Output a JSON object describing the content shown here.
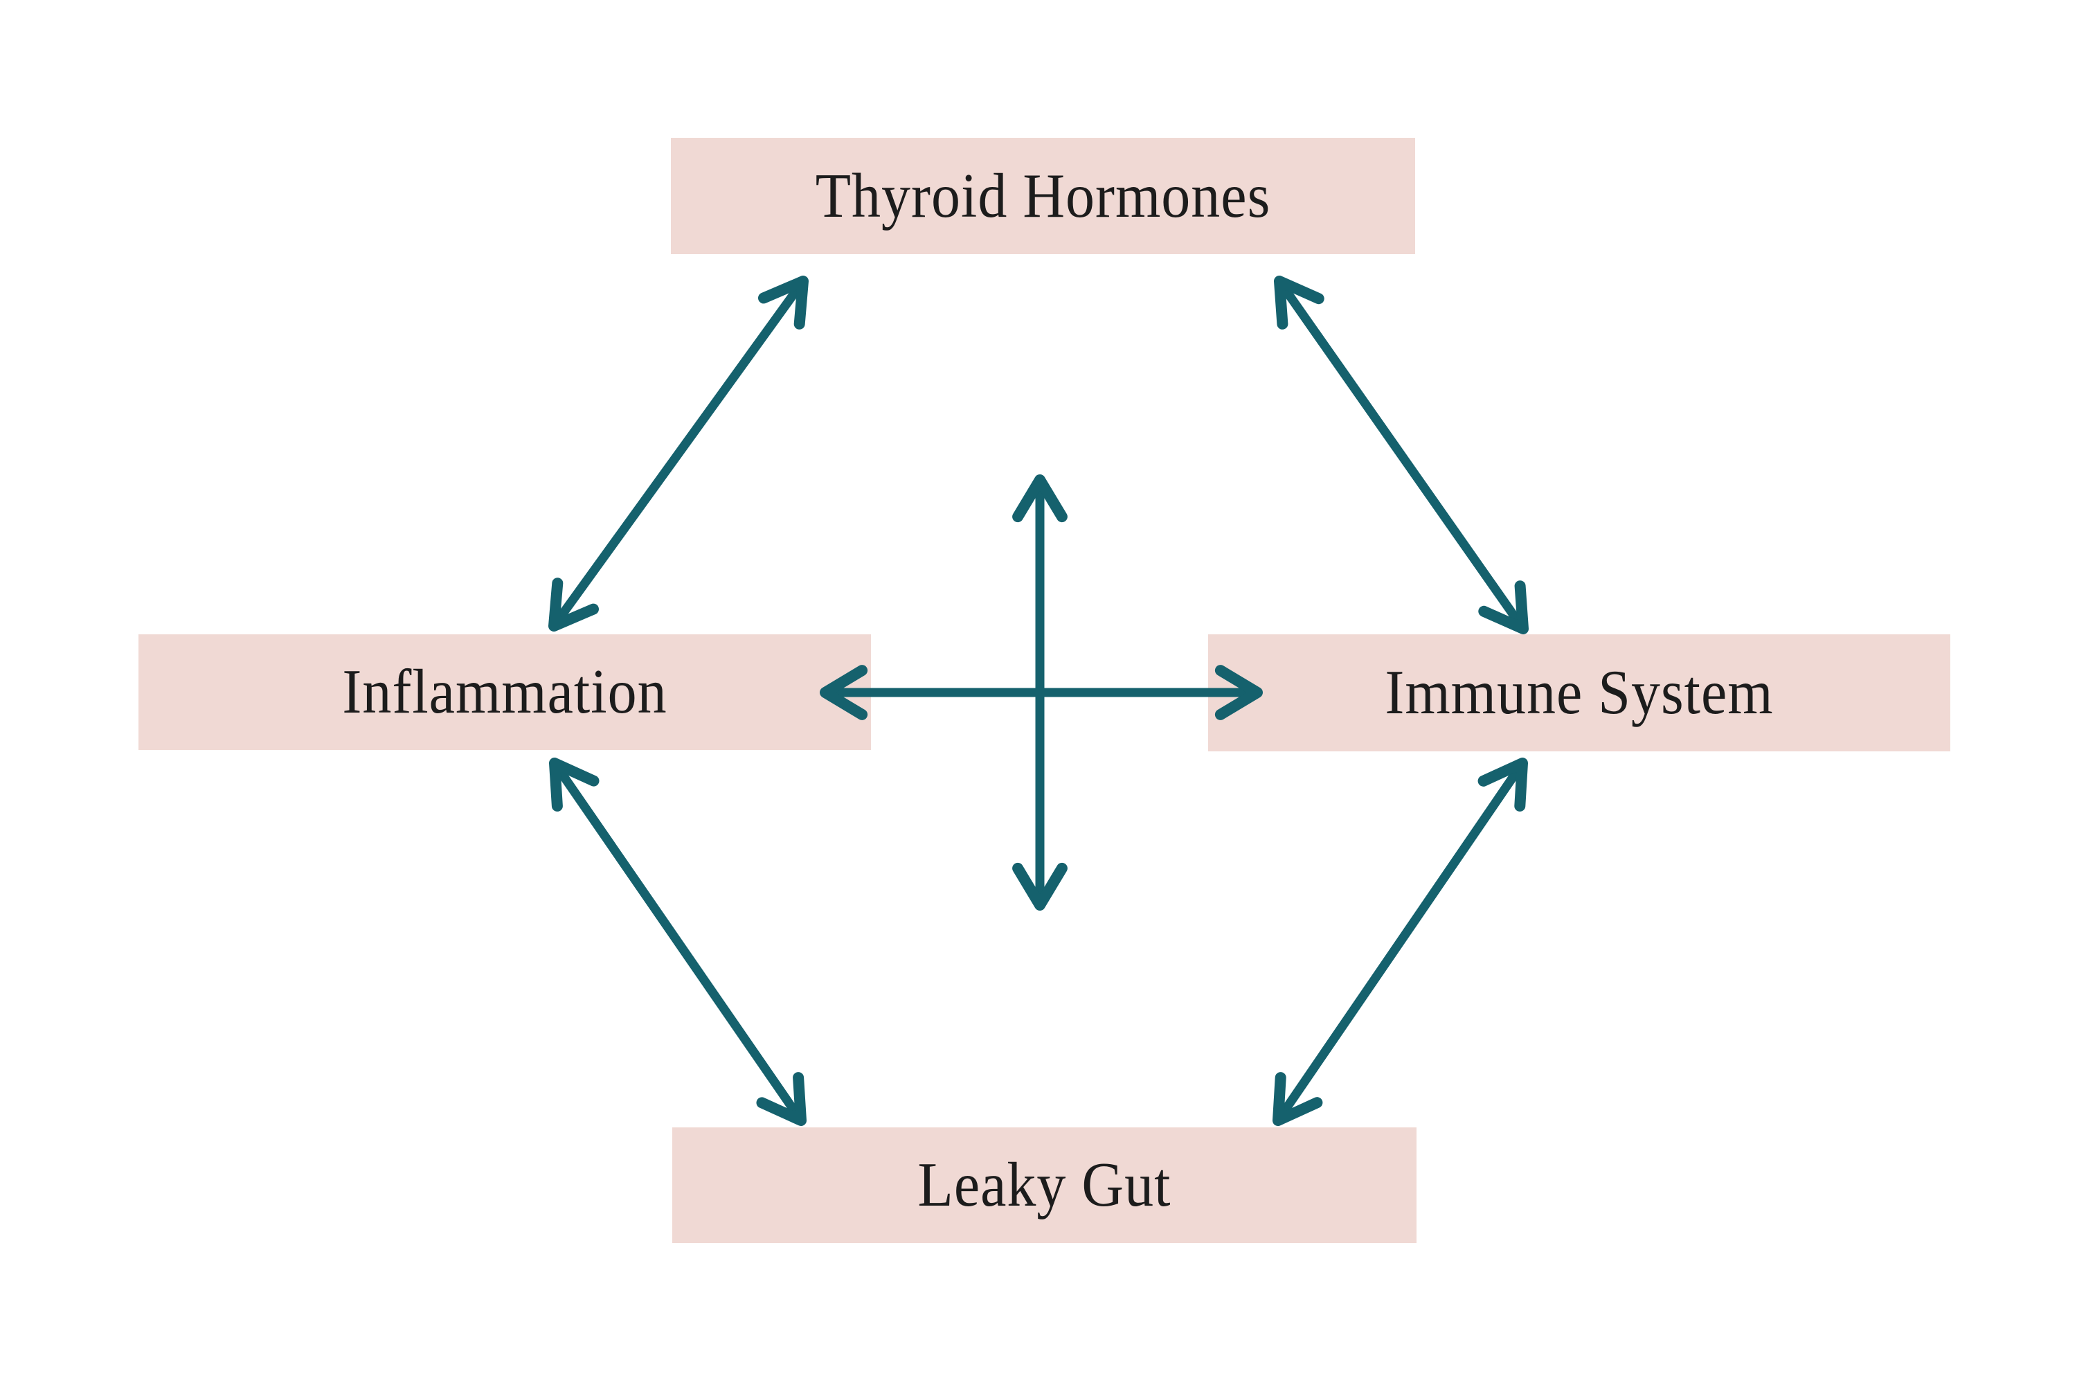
{
  "nodes": {
    "thyroid_hormones": {
      "label": "Thyroid Hormones"
    },
    "inflammation": {
      "label": "Inflammation"
    },
    "immune_system": {
      "label": "Immune System"
    },
    "leaky_gut": {
      "label": "Leaky Gut"
    }
  },
  "edges": [
    {
      "from": "thyroid_hormones",
      "to": "inflammation",
      "direction": "bidirectional"
    },
    {
      "from": "thyroid_hormones",
      "to": "immune_system",
      "direction": "bidirectional"
    },
    {
      "from": "inflammation",
      "to": "leaky_gut",
      "direction": "bidirectional"
    },
    {
      "from": "immune_system",
      "to": "leaky_gut",
      "direction": "bidirectional"
    },
    {
      "from": "inflammation",
      "to": "immune_system",
      "direction": "bidirectional"
    },
    {
      "from": "thyroid_hormones",
      "to": "leaky_gut",
      "direction": "bidirectional"
    }
  ],
  "colors": {
    "background": "#FFFFFF",
    "node_fill": "#F0D9D4",
    "arrow": "#15616D",
    "text": "#1C1C1C"
  }
}
